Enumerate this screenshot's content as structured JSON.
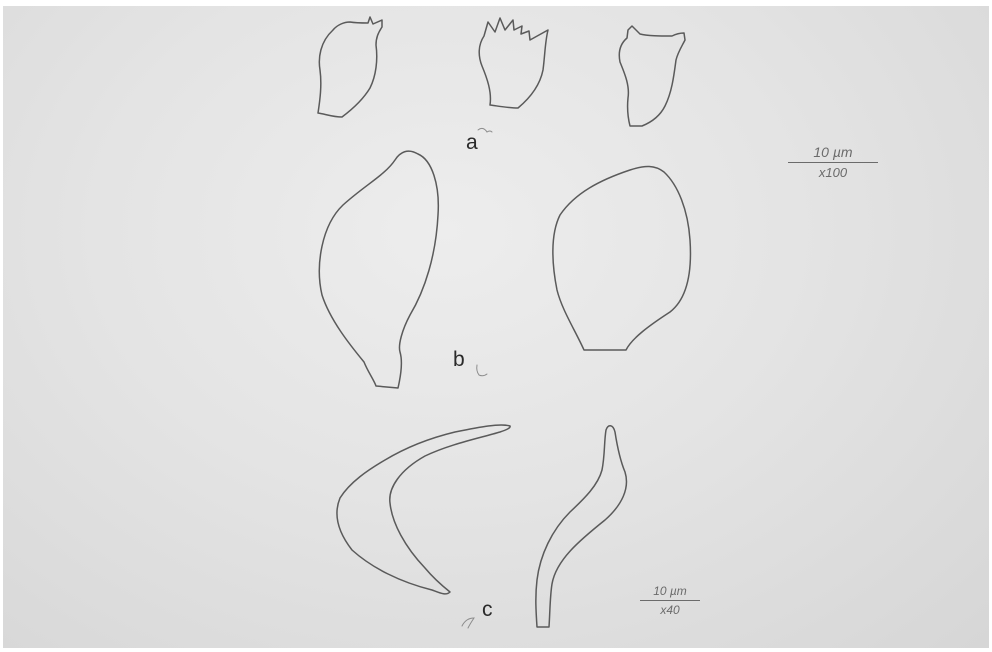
{
  "labels": {
    "a": "a",
    "b": "b",
    "c": "c"
  },
  "scale_bar_top": {
    "length": "10 µm",
    "magnification": "x100"
  },
  "scale_bar_bottom": {
    "length": "10 µm",
    "magnification": "x40"
  },
  "colors": {
    "paper": "#e6e6e6",
    "pencil": "#5a5a5a",
    "label": "#2a2a2a"
  }
}
